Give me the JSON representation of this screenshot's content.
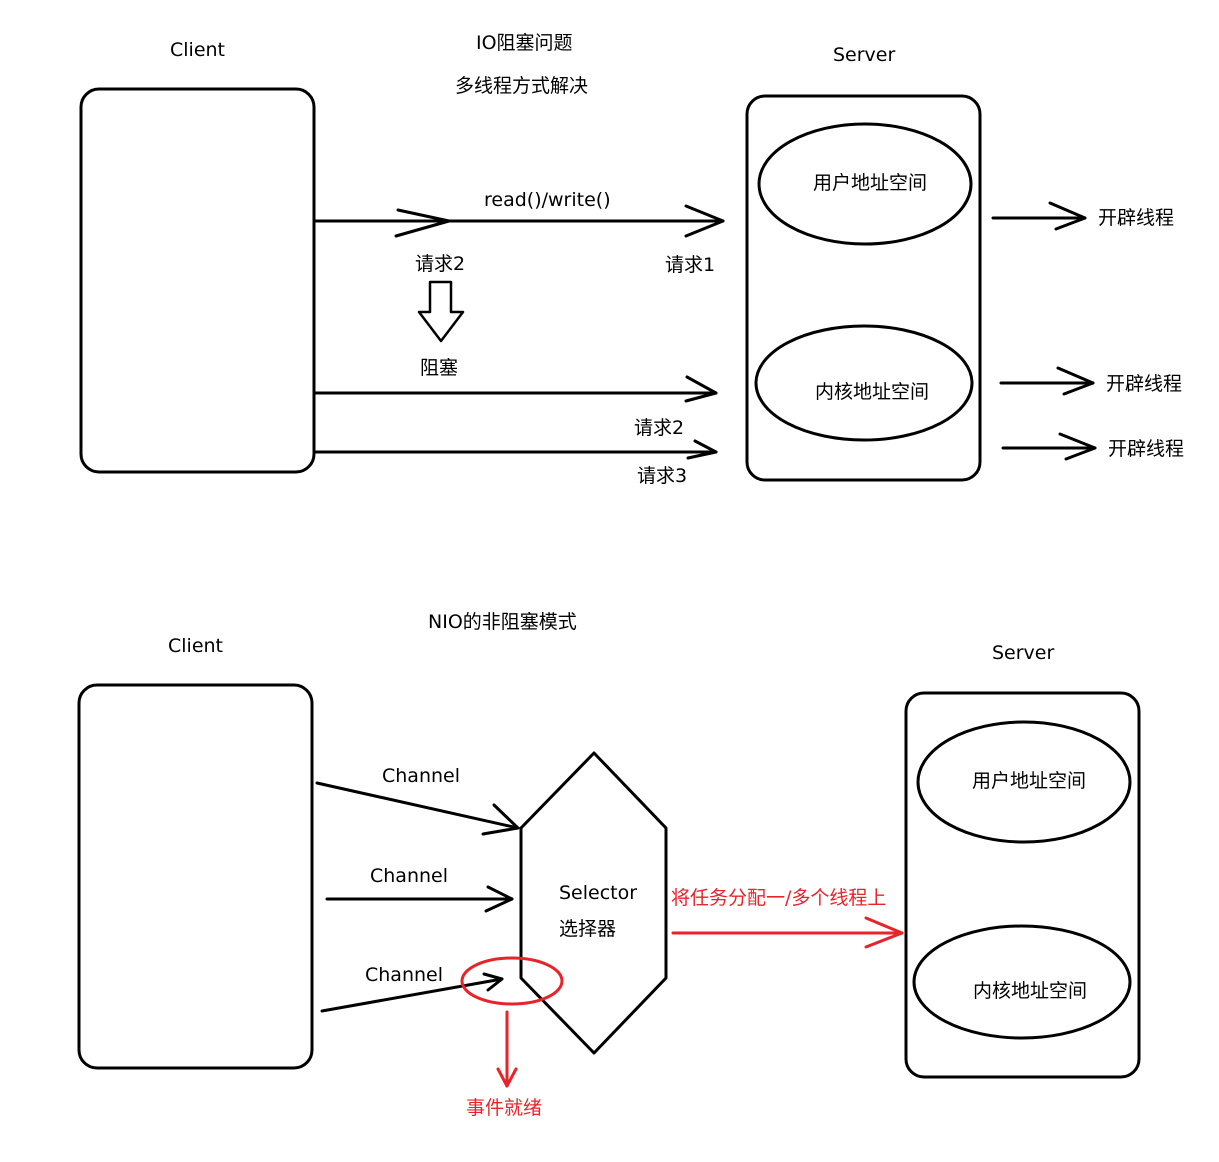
{
  "colors": {
    "ink": "#000000",
    "accent": "#e8232a",
    "background": "#ffffff"
  },
  "top": {
    "client_label": "Client",
    "title": "IO阻塞问题",
    "subtitle": "多线程方式解决",
    "server_label": "Server",
    "rw_label": "read()/write()",
    "req2_top": "请求2",
    "req1": "请求1",
    "block_label": "阻塞",
    "req2": "请求2",
    "req3": "请求3",
    "user_space": "用户地址空间",
    "kernel_space": "内核地址空间",
    "threads": [
      "开辟线程",
      "开辟线程",
      "开辟线程"
    ]
  },
  "bottom": {
    "title": "NIO的非阻塞模式",
    "client_label": "Client",
    "server_label": "Server",
    "channels": [
      "Channel",
      "Channel",
      "Channel"
    ],
    "selector_label": "Selector",
    "selector_cn": "选择器",
    "dispatch_label": "将任务分配一/多个线程上",
    "event_ready": "事件就绪",
    "user_space": "用户地址空间",
    "kernel_space": "内核地址空间"
  }
}
